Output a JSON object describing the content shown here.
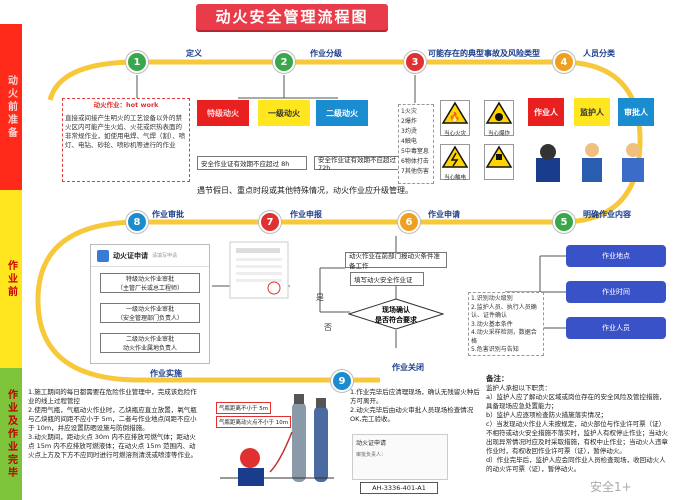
{
  "title": "动火安全管理流程图",
  "bands": [
    "动火前准备",
    "作业前",
    "作业及作业完毕"
  ],
  "colors": {
    "red": "#ff2a1a",
    "yellow": "#ffe61e",
    "green": "#7ec43a",
    "track": "#f7c83a",
    "blue": "#3a52c8"
  },
  "nodes": [
    {
      "num": "1",
      "label": "定义"
    },
    {
      "num": "2",
      "label": "作业分级"
    },
    {
      "num": "3",
      "label": "可能存在的典型事故及风险类型"
    },
    {
      "num": "4",
      "label": "人员分类"
    },
    {
      "num": "5",
      "label": "明确作业内容"
    },
    {
      "num": "6",
      "label": "作业申请"
    },
    {
      "num": "7",
      "label": "作业申报"
    },
    {
      "num": "8",
      "label": "作业审批"
    },
    {
      "num": "9",
      "label": "作业关闭"
    },
    {
      "num": "",
      "label": "作业实施"
    }
  ],
  "definition": {
    "heading": "动火作业：hot work",
    "text": "直接或间接产生明火的工艺设备以外的禁火区内可能产生火焰、火花或炽热表面的非常规作业，如使用电焊、气焊（割）、喷灯、电钻、砂轮、喷砂机等进行的作业"
  },
  "levels": [
    "特级动火",
    "一级动火",
    "二级动火"
  ],
  "validity": [
    "安全作业证有效期不应超过 8h",
    "安全作业证有效期不应超过 72h"
  ],
  "upgrade_note": "遇节假日、重点时段或其他特殊情况，动火作业应升级管理。",
  "risks": [
    "1火灾",
    "2爆炸",
    "3灼烫",
    "4触电",
    "5中毒窒息",
    "6物体打击",
    "7其他伤害"
  ],
  "signs": [
    "当心火灾",
    "当心爆炸",
    "当心触电",
    ""
  ],
  "roles": [
    "作业人",
    "监护人",
    "审批人"
  ],
  "content_pills": [
    "作业地点",
    "作业时间",
    "作业人员"
  ],
  "apply_box": [
    "动火作业在前部门报动火条件准备工作",
    "填写动火安全作业证"
  ],
  "decision": {
    "text": "现场确认\n是否符合要求",
    "yes": "是",
    "no": "否"
  },
  "checks": [
    "1.识别动火级别",
    "2.监护人员、执行人员确认、证件确认",
    "3.动火基本条件",
    "4.动火采样检测，数据合格",
    "5.危害识别与告知"
  ],
  "approval": {
    "card_title": "动火证申请",
    "card_sub": "请填写申请",
    "items": [
      "特级动火作业审批\n（主管厂长或总工程师）",
      "一级动火作业审批\n（安全管理部门负责人）",
      "二级动火作业审批\n动火作业属地负责人"
    ]
  },
  "implementation": "1.施工期间的每日都需要在危险作业管理中，完成该危险作业的线上过程管控\n2.使用气瓶，气瓶动火作业时，乙炔瓶应直立放置，氧气瓶与乙炔瓶的间距不应小于 5m，二者与作业地点间距不应小于 10m，并应设置防晒设施与防倒措施。\n3.动火期间，距动火点 30m 内不应排放可燃气体；距动火点 15m 内不应排放可燃液体；在动火点 15m 范围内、动火点上方及下方不应同时进行可燃溶剂清洗或喷漆等作业。",
  "impl_labels": [
    "气瓶距离不小于 5m",
    "气瓶距离动火点不小于 10m"
  ],
  "closing": "1.作业完毕后应清理现场，确认无残留火种后方可离开。\n2.动火完毕后由动火审批人员现场检查情况OK,完工验收。",
  "closing_doc": {
    "title": "动火证申请",
    "line": "审批负责人：",
    "code": "AH-3336-401-A1"
  },
  "notes_title": "备注：",
  "notes": "监护人承担以下职责：\na）监护人应了解动火区域或岗位存在的安全风险及管控措施，具备现场应急处置能力；\nb）监护人应逐项检查防火措施落实情况；\nc）当发现动火作业人未按规定，动火部位与作业许可票（证）不相符或动火安全措施不落实时，监护人有权停止作业；当动火出现异常情况时应及时采取措施，有权中止作业；当动火人违章作业时，有权收回作业许可票（证），暂停动火。\nd）作业完毕后，监护人应会同作业人员检查现场，收回动火人的动火许可票（证），暂停动火。",
  "watermark": "安全1+"
}
